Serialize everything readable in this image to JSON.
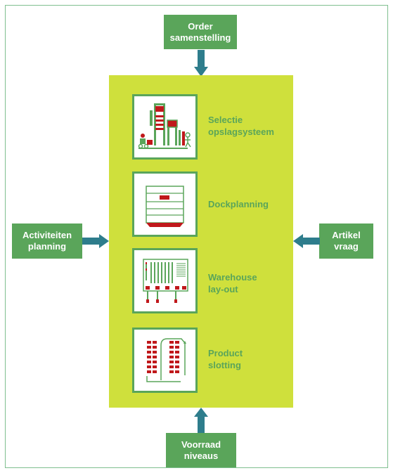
{
  "inputs": {
    "top": {
      "line1": "Order",
      "line2": "samenstelling"
    },
    "left": {
      "line1": "Activiteiten",
      "line2": "planning"
    },
    "right": {
      "line1": "Artikel",
      "line2": "vraag"
    },
    "bottom": {
      "line1": "Voorraad",
      "line2": "niveaus"
    }
  },
  "modules": [
    {
      "icon": "storage-system-icon",
      "line1": "Selectie",
      "line2": "opslagsysteem"
    },
    {
      "icon": "dock-icon",
      "line1": "Dockplanning",
      "line2": ""
    },
    {
      "icon": "warehouse-layout-icon",
      "line1": "Warehouse",
      "line2": "lay-out"
    },
    {
      "icon": "slotting-icon",
      "line1": "Product",
      "line2": "slotting"
    }
  ],
  "colors": {
    "box_green": "#5aa55a",
    "panel_lime": "#cfe03c",
    "arrow_teal": "#2e7d8c",
    "accent_red": "#c0181b"
  }
}
